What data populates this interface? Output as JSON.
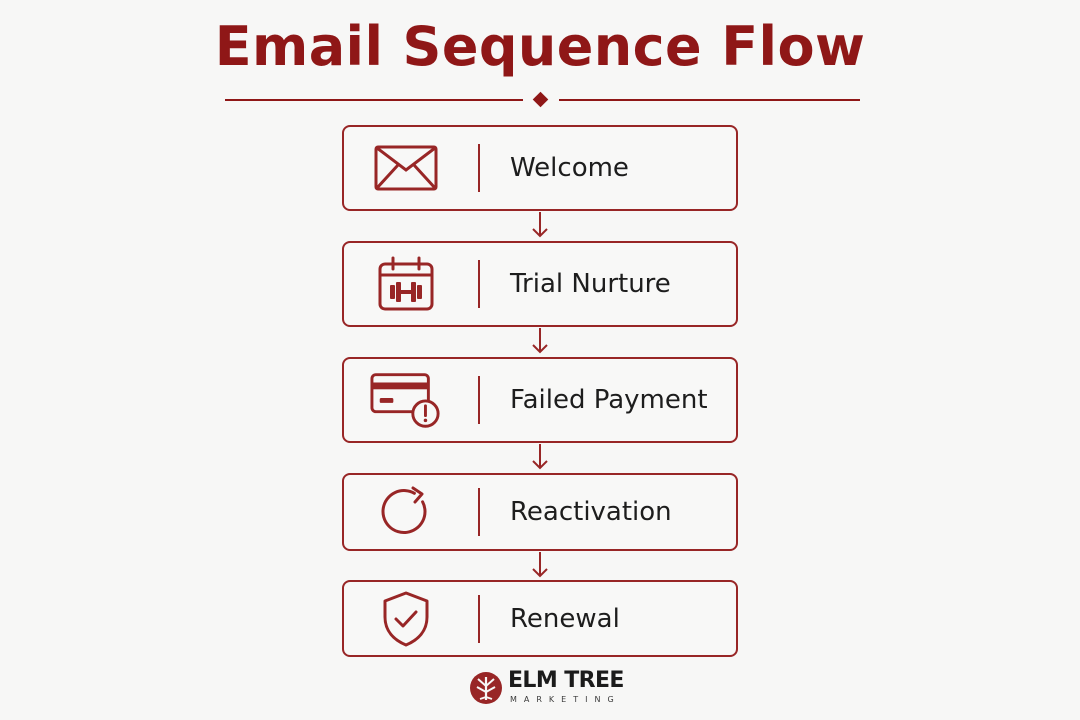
{
  "title": "Email Sequence Flow",
  "colors": {
    "accent": "#8f1717",
    "border": "#982626",
    "background": "#f7f7f6",
    "text": "#1d1d1d"
  },
  "steps": [
    {
      "label": "Welcome",
      "icon": "envelope-icon"
    },
    {
      "label": "Trial Nurture",
      "icon": "calendar-dumbbell-icon"
    },
    {
      "label": "Failed Payment",
      "icon": "credit-card-alert-icon"
    },
    {
      "label": "Reactivation",
      "icon": "refresh-icon"
    },
    {
      "label": "Renewal",
      "icon": "shield-check-icon"
    }
  ],
  "footer": {
    "brand_name": "ELM TREE",
    "brand_sub": "MARKETING",
    "logo_icon": "elm-tree-logo-icon"
  }
}
